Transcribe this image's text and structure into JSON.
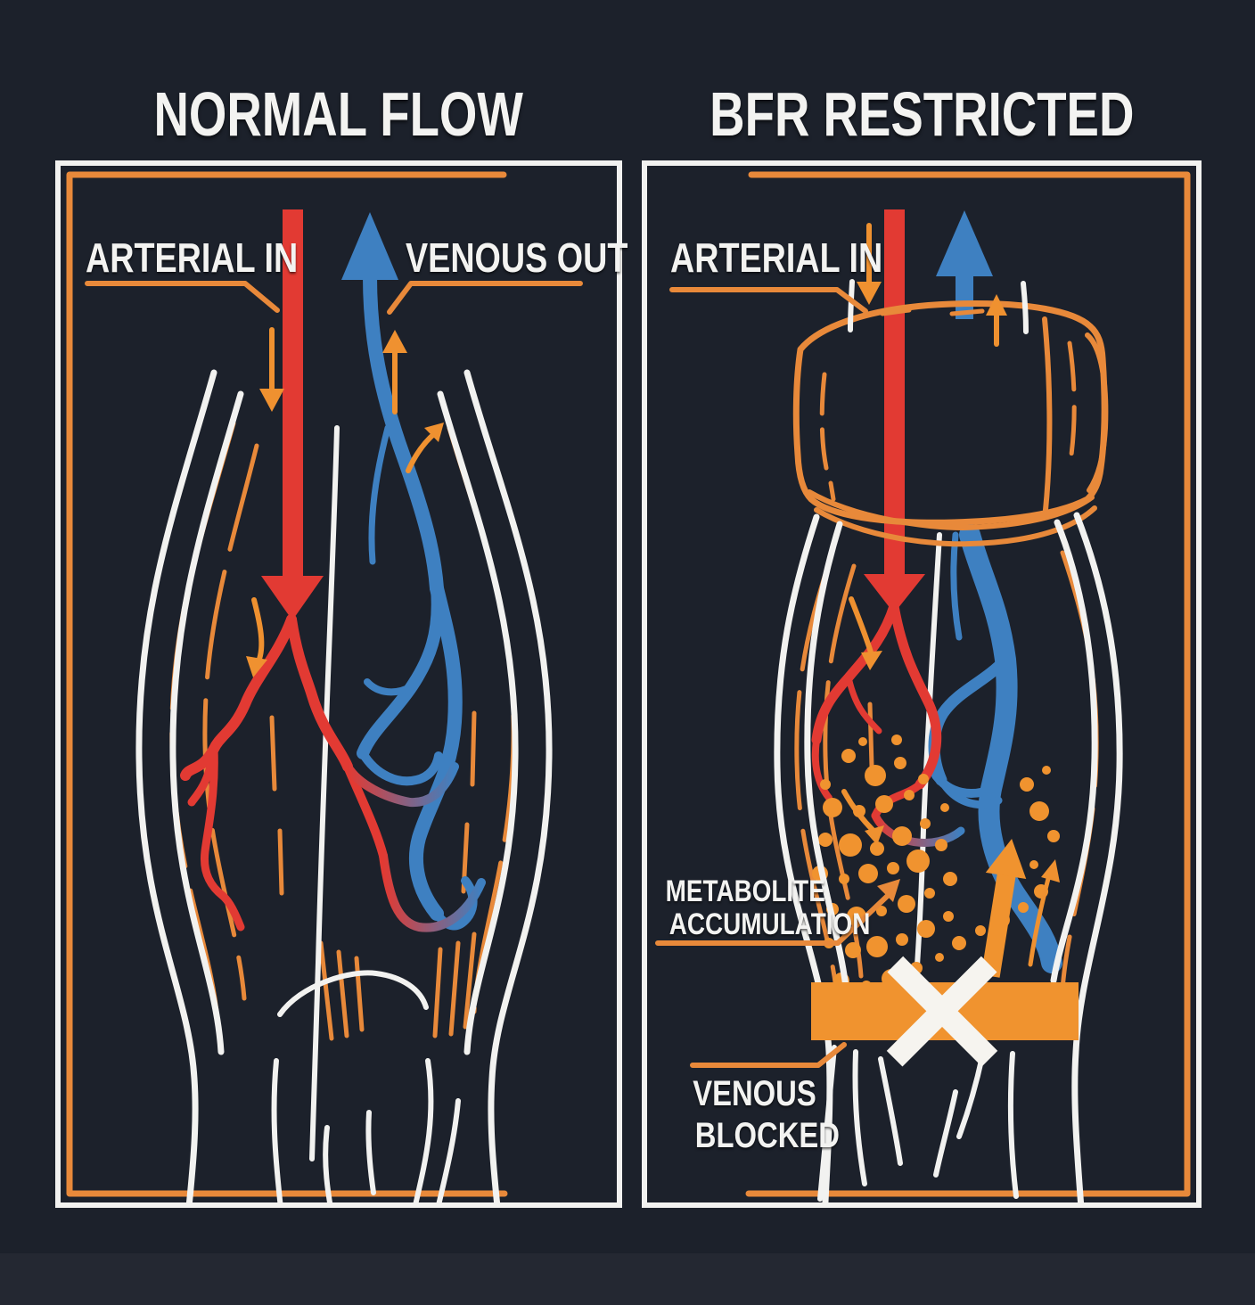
{
  "figure": {
    "type": "comparison-infographic",
    "subject": "Blood Flow Restriction (BFR) training – limb blood flow comparison"
  },
  "colors": {
    "background": "#1c212b",
    "panel_outline_white": "#f2f2f0",
    "accent_orange": "#e8893a",
    "bright_orange_fill": "#f0932f",
    "arterial_red": "#e23a33",
    "venous_blue": "#3e80c1",
    "text_white": "#f3f3f1",
    "hatch_red": "#d64934"
  },
  "panels": {
    "normal": {
      "title": "NORMAL FLOW",
      "labels": {
        "arterial_in": "ARTERIAL IN",
        "venous_out": "VENOUS OUT"
      },
      "icons": [
        "arterial-down-arrow-icon",
        "venous-up-arrow-icon",
        "flow-direction-small-arrows",
        "muscle-crosshatch",
        "limb-outline"
      ]
    },
    "bfr": {
      "title": "BFR RESTRICTED",
      "labels": {
        "arterial_in": "ARTERIAL IN",
        "metabolite_line1": "METABOLITE",
        "metabolite_line2": "ACCUMULATION",
        "venous_line1": "VENOUS",
        "venous_line2": "BLOCKED"
      },
      "icons": [
        "arterial-down-arrow-icon",
        "venous-up-arrow-icon",
        "occlusion-cuff",
        "metabolite-dots",
        "blocked-x-icon",
        "venous-blocked-bar",
        "pressure-up-arrow-icon"
      ]
    }
  }
}
